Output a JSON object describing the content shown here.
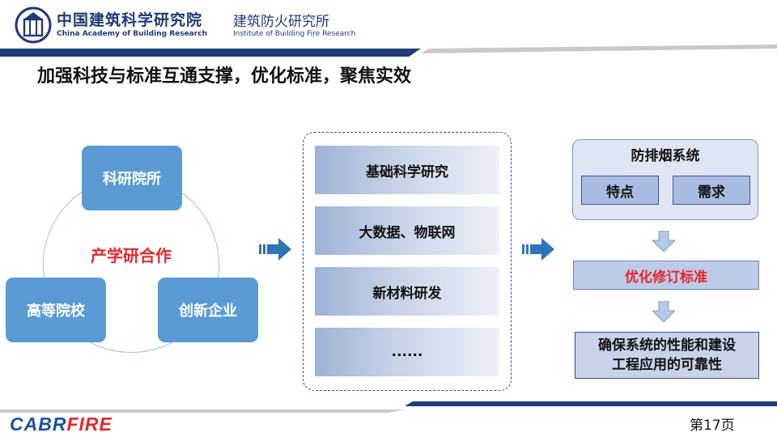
{
  "header": {
    "org_cn": "中国建筑科学研究院",
    "org_en": "China Academy of Building Research",
    "institute_cn": "建筑防火研究所",
    "institute_en": "Institute of Building Fire Research",
    "logo_icon": "cabr-logo-icon"
  },
  "title": "加强科技与标准互通支撑，优化标准，聚焦实效",
  "cycle": {
    "nodes": [
      "科研院所",
      "高等院校",
      "创新企业"
    ],
    "center": "产学研合作"
  },
  "research_areas": [
    "基础科学研究",
    "大数据、物联网",
    "新材料研发",
    "......"
  ],
  "flow": {
    "system_title": "防排烟系统",
    "system_items": [
      "特点",
      "需求"
    ],
    "optimize": "优化修订标准",
    "ensure_line1": "确保系统的性能和建设",
    "ensure_line2": "工程应用的可靠性"
  },
  "footer": {
    "brand_main": "CABR",
    "brand_accent": "FIRE",
    "page": "第17页"
  },
  "colors": {
    "node_blue": "#5b9bd5",
    "accent_red": "#e8262d",
    "navy": "#1f3a7a"
  }
}
